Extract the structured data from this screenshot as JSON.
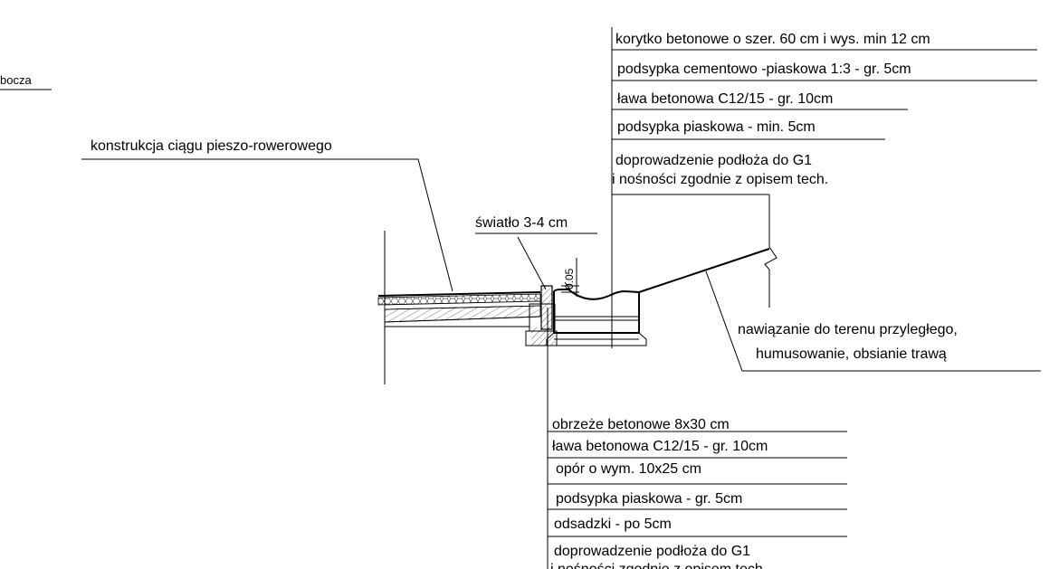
{
  "labels": {
    "left_cut": "bocza",
    "pedestrian_path": "konstrukcja ciągu pieszo-rowerowego",
    "gap": "światło 3-4 cm",
    "dimension": "0.05",
    "terrain_1": "nawiązanie do terenu przyległego,",
    "terrain_2": "humusowanie, obsianie trawą"
  },
  "top_right_layers": [
    "korytko betonowe o szer. 60 cm i wys.  min 12 cm",
    "podsypka cementowo -piaskowa 1:3 - gr. 5cm",
    "ława betonowa C12/15 - gr. 10cm",
    "podsypka piaskowa - min.  5cm",
    "doprowadzenie podłoża do G1",
    "i nośności zgodnie z opisem tech."
  ],
  "bottom_layers": [
    "obrzeże betonowe 8x30 cm",
    "ława betonowa C12/15 - gr. 10cm",
    "opór  o wym. 10x25 cm",
    "podsypka piaskowa - gr. 5cm",
    "odsadzki - po  5cm",
    "doprowadzenie podłoża do G1",
    "i nośności zgodnie z opisem tech."
  ]
}
